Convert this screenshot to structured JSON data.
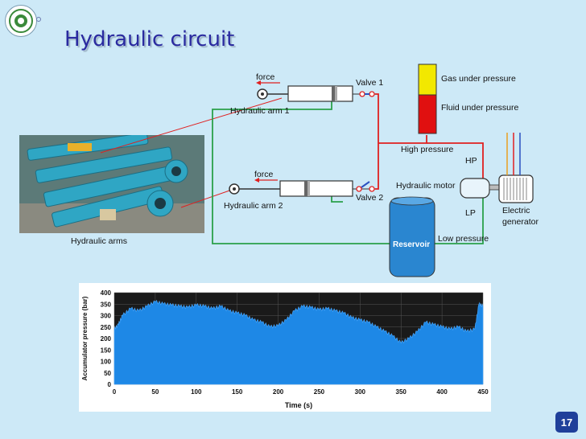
{
  "slide": {
    "title": "Hydraulic circuit",
    "page_number": "17"
  },
  "labels": {
    "force_top": "force",
    "force_bottom": "force",
    "valve1": "Valve 1",
    "valve2": "Valve 2",
    "arm1": "Hydraulic arm 1",
    "arm2": "Hydraulic arm 2",
    "gas": "Gas under pressure",
    "fluid": "Fluid under pressure",
    "high_pressure": "High pressure",
    "hp": "HP",
    "lp": "LP",
    "hydraulic_motor": "Hydraulic motor",
    "electric_generator_1": "Electric",
    "electric_generator_2": "generator",
    "low_pressure": "Low pressure",
    "reservoir": "Reservoir",
    "photo_caption": "Hydraulic arms"
  },
  "colors": {
    "high_pressure_line": "#e02020",
    "low_pressure_line": "#2aa04a",
    "gas": "#f2e800",
    "fluid": "#e01010",
    "reservoir": "#2a86d0",
    "chart_fill": "#1e88e6"
  },
  "chart_data": {
    "type": "area",
    "xlabel": "Time (s)",
    "ylabel": "Accumulator pressure (bar)",
    "xlim": [
      0,
      450
    ],
    "ylim": [
      0,
      400
    ],
    "xticks": [
      0,
      50,
      100,
      150,
      200,
      250,
      300,
      350,
      400,
      450
    ],
    "yticks": [
      0,
      50,
      100,
      150,
      200,
      250,
      300,
      350,
      400
    ],
    "grid": true,
    "x": [
      0,
      5,
      10,
      20,
      30,
      40,
      50,
      60,
      70,
      80,
      90,
      100,
      110,
      120,
      130,
      140,
      150,
      160,
      170,
      180,
      190,
      200,
      210,
      220,
      230,
      240,
      250,
      260,
      270,
      280,
      290,
      300,
      310,
      320,
      330,
      340,
      350,
      360,
      370,
      380,
      390,
      400,
      410,
      420,
      430,
      440,
      445,
      450
    ],
    "y": [
      240,
      260,
      300,
      330,
      320,
      340,
      360,
      350,
      345,
      340,
      335,
      345,
      340,
      330,
      340,
      320,
      310,
      300,
      280,
      270,
      250,
      255,
      280,
      320,
      340,
      335,
      325,
      330,
      320,
      310,
      290,
      280,
      270,
      250,
      230,
      210,
      180,
      200,
      230,
      270,
      260,
      250,
      240,
      250,
      230,
      240,
      350,
      340
    ]
  }
}
